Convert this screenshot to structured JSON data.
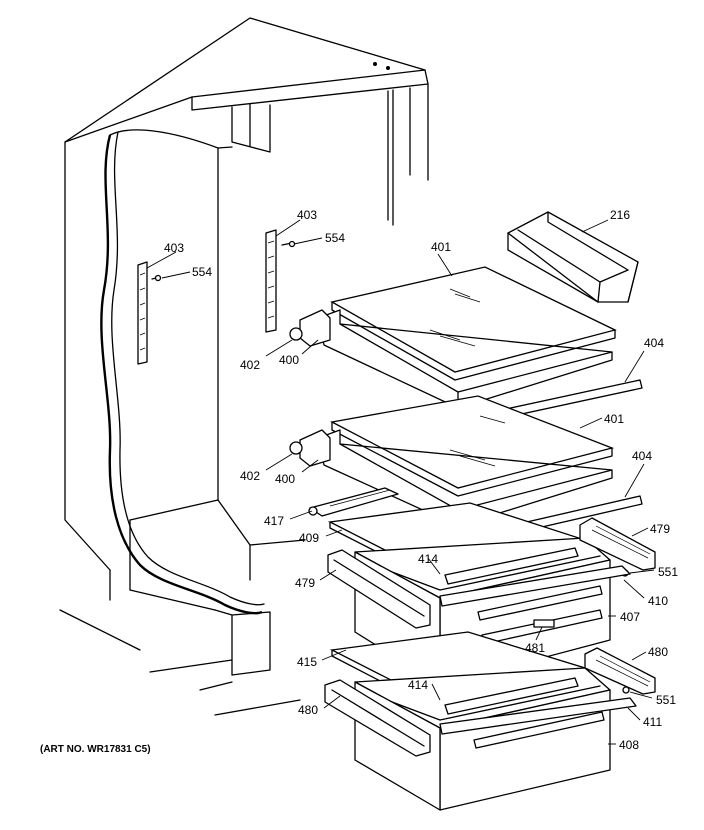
{
  "diagram": {
    "art_number": "(ART NO. WR17831 C5)",
    "callouts": {
      "c216": "216",
      "c401a": "401",
      "c401b": "401",
      "c403a": "403",
      "c403b": "403",
      "c554a": "554",
      "c554b": "554",
      "c402a": "402",
      "c402b": "402",
      "c400a": "400",
      "c400b": "400",
      "c404a": "404",
      "c404b": "404",
      "c417": "417",
      "c409": "409",
      "c479a": "479",
      "c479b": "479",
      "c414a": "414",
      "c414b": "414",
      "c551a": "551",
      "c551b": "551",
      "c410": "410",
      "c407": "407",
      "c481": "481",
      "c415": "415",
      "c480a": "480",
      "c480b": "480",
      "c411": "411",
      "c408": "408"
    }
  }
}
